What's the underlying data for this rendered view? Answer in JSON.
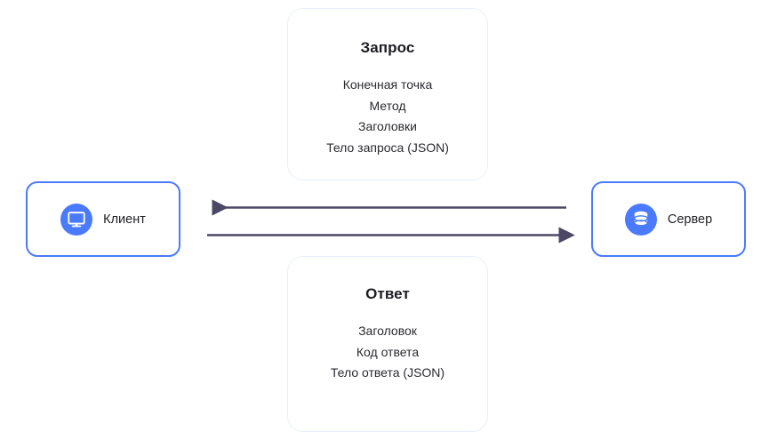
{
  "diagram": {
    "title_text": "",
    "background_color": "#ffffff",
    "accent_color": "#4a7afe",
    "arrow_color": "#4b4866",
    "card_border_color": "#e9eff9",
    "nodes": {
      "client": {
        "label": "Клиент",
        "icon": "monitor-icon"
      },
      "server": {
        "label": "Сервер",
        "icon": "database-icon"
      }
    },
    "cards": [
      {
        "key": "request",
        "title": "Запрос",
        "lines": [
          "Конечная точка",
          "Метод",
          "Заголовки",
          "Тело запроса (JSON)"
        ]
      },
      {
        "key": "response",
        "title": "Ответ",
        "lines": [
          "Заголовок",
          "Код ответа",
          "Тело ответа (JSON)"
        ]
      }
    ],
    "arrows": [
      {
        "key": "response-arrow",
        "name": "arrow-server-to-client",
        "direction": "left",
        "from": "server",
        "to": "client"
      },
      {
        "key": "request-arrow",
        "name": "arrow-client-to-server",
        "direction": "right",
        "from": "client",
        "to": "server"
      }
    ]
  }
}
